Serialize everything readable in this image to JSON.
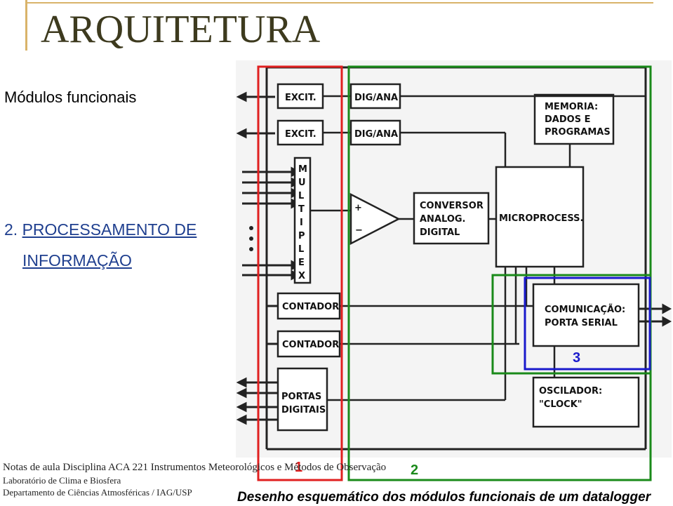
{
  "header": {
    "title": "ARQUITETURA"
  },
  "subtitle": "Módulos funcionais",
  "section": {
    "number": "2.",
    "line1": "PROCESSAMENTO DE",
    "line2": "INFORMAÇÃO"
  },
  "diagram": {
    "blocks": {
      "excit1": "EXCIT.",
      "excit2": "EXCIT.",
      "digana1": "DIG/ANA",
      "digana2": "DIG/ANA",
      "memoria": [
        "MEMORIA:",
        "DADOS E",
        "PROGRAMAS"
      ],
      "multiplex": [
        "M",
        "U",
        "L",
        "T",
        "I",
        "P",
        "L",
        "E",
        "X"
      ],
      "conversor": [
        "CONVERSOR",
        "ANALOG.",
        "DIGITAL"
      ],
      "microprocess": "MICROPROCESS.",
      "contador1": "CONTADOR",
      "contador2": "CONTADOR",
      "comunicacao": [
        "COMUNICAÇÃO:",
        "PORTA SERIAL"
      ],
      "portas": [
        "PORTAS",
        "DIGITAIS"
      ],
      "oscilador": [
        "OSCILADOR:",
        "\"CLOCK\""
      ]
    },
    "module_labels": {
      "m1": "1",
      "m2": "2",
      "m3": "3"
    },
    "colors": {
      "module1": "#e02020",
      "module2": "#1a8a1a",
      "module3": "#1a1acc"
    }
  },
  "footer": {
    "line1": "Notas de aula Disciplina ACA 221  Instrumentos Meteorológicos e Métodos de Observação",
    "line2": "Laboratório de Clima e Biosfera",
    "line3": "Departamento de Ciências Atmosféricas / IAG/USP"
  },
  "caption": "Desenho esquemático dos módulos funcionais de um datalogger"
}
